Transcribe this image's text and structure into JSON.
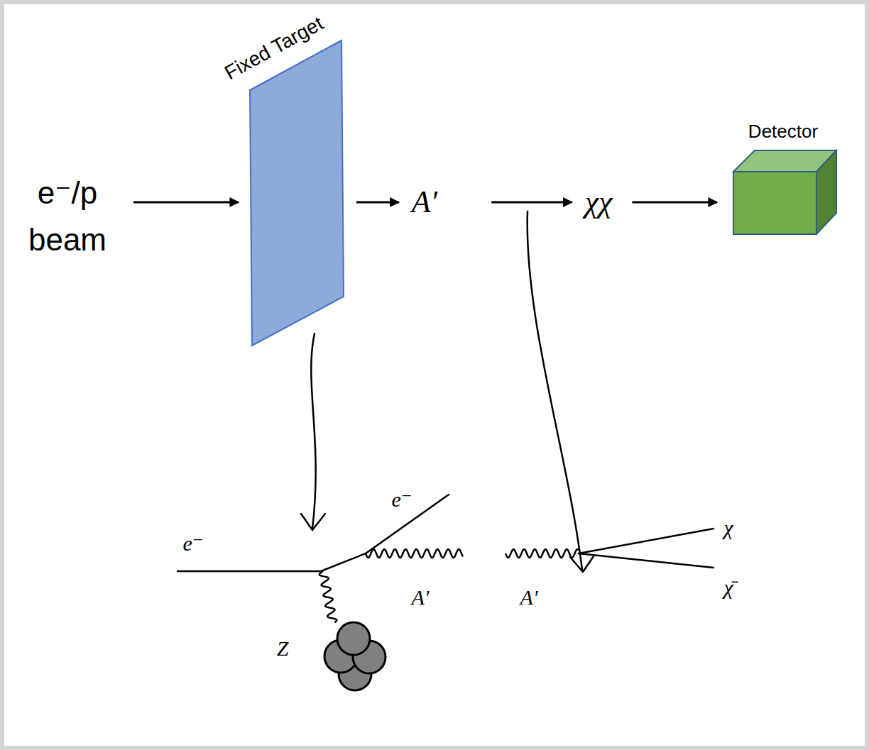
{
  "diagram": {
    "nodes": [
      {
        "text": [
          "e⁻/p beam"
        ]
      },
      {
        "text": [
          "Fixed Target"
        ]
      },
      {
        "text": [
          "A′"
        ]
      },
      {
        "text": [
          "χχ"
        ]
      },
      {
        "text": [
          "Detector"
        ]
      }
    ],
    "edges": [
      {
        "from": 0,
        "to": 1,
        "arrow": "to"
      },
      {
        "from": 1,
        "to": 2,
        "arrow": "to"
      },
      {
        "from": 2,
        "to": 3,
        "arrow": "to"
      },
      {
        "from": 3,
        "to": 4,
        "arrow": "to"
      }
    ],
    "labels": [
      "e⁻",
      "e⁻",
      "A′",
      "A′",
      "χ",
      "χ̄",
      "Z"
    ]
  }
}
